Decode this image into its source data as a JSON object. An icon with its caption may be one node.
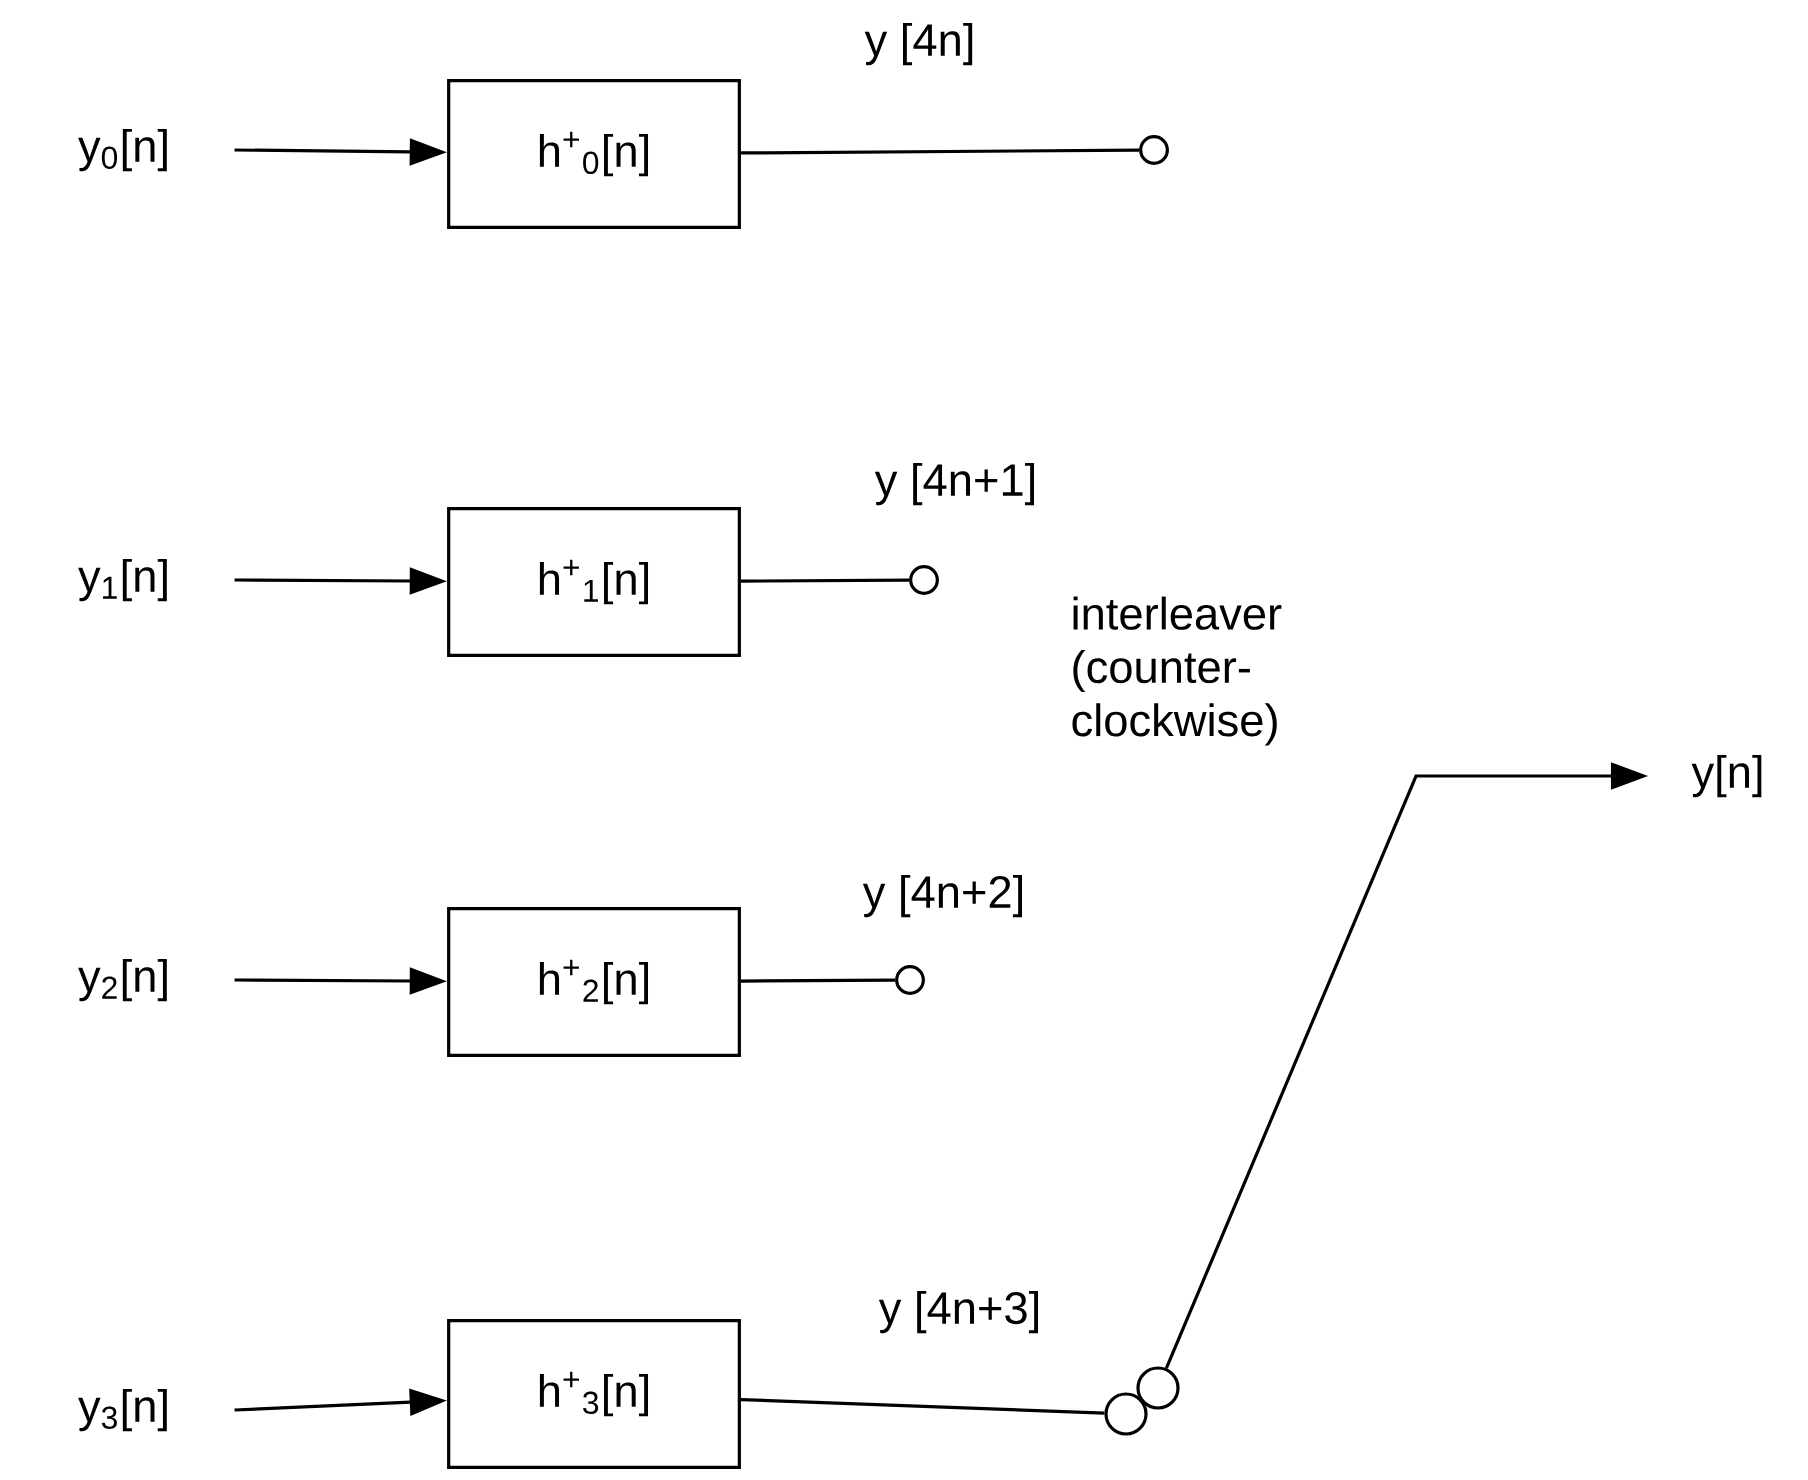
{
  "diagram": {
    "nodes": [
      {
        "text": [
          "y$_{0}$[n]"
        ]
      },
      {
        "text": [
          "h$^{+}$$_{0}$[n]"
        ]
      },
      {
        "text": [],
        "shape": "circle"
      },
      {
        "text": [
          "y$_{1}$[n]"
        ]
      },
      {
        "text": [
          "h$^{+}$$_{1}$[n]"
        ]
      },
      {
        "text": [],
        "shape": "circle"
      },
      {
        "text": [
          "y$_{2}$[n]"
        ]
      },
      {
        "text": [
          "h$^{+}$$_{2}$[n]"
        ]
      },
      {
        "text": [],
        "shape": "circle"
      },
      {
        "text": [
          "y$_{3}$[n]"
        ]
      },
      {
        "text": [
          "h$^{+}$$_{3}$[n]"
        ]
      },
      {
        "text": [],
        "shape": "circle"
      },
      {
        "text": [],
        "shape": "circle"
      },
      {
        "text": [
          "y[n]"
        ]
      }
    ],
    "edges": [
      {
        "from": 0,
        "to": 1,
        "arrow": "to"
      },
      {
        "from": 1,
        "to": 2,
        "arrow": "none",
        "label": "y [4n]"
      },
      {
        "from": 3,
        "to": 4,
        "arrow": "to"
      },
      {
        "from": 4,
        "to": 5,
        "arrow": "none",
        "label": "y [4n+1]"
      },
      {
        "from": 6,
        "to": 7,
        "arrow": "to"
      },
      {
        "from": 7,
        "to": 8,
        "arrow": "none",
        "label": "y [4n+2]"
      },
      {
        "from": 9,
        "to": 10,
        "arrow": "to"
      },
      {
        "from": 10,
        "to": 11,
        "arrow": "none",
        "label": "y [4n+3]"
      },
      {
        "from": 12,
        "to": 13,
        "arrow": "to"
      }
    ],
    "labels": [
      "interleaver (counter-clockwise)"
    ]
  }
}
